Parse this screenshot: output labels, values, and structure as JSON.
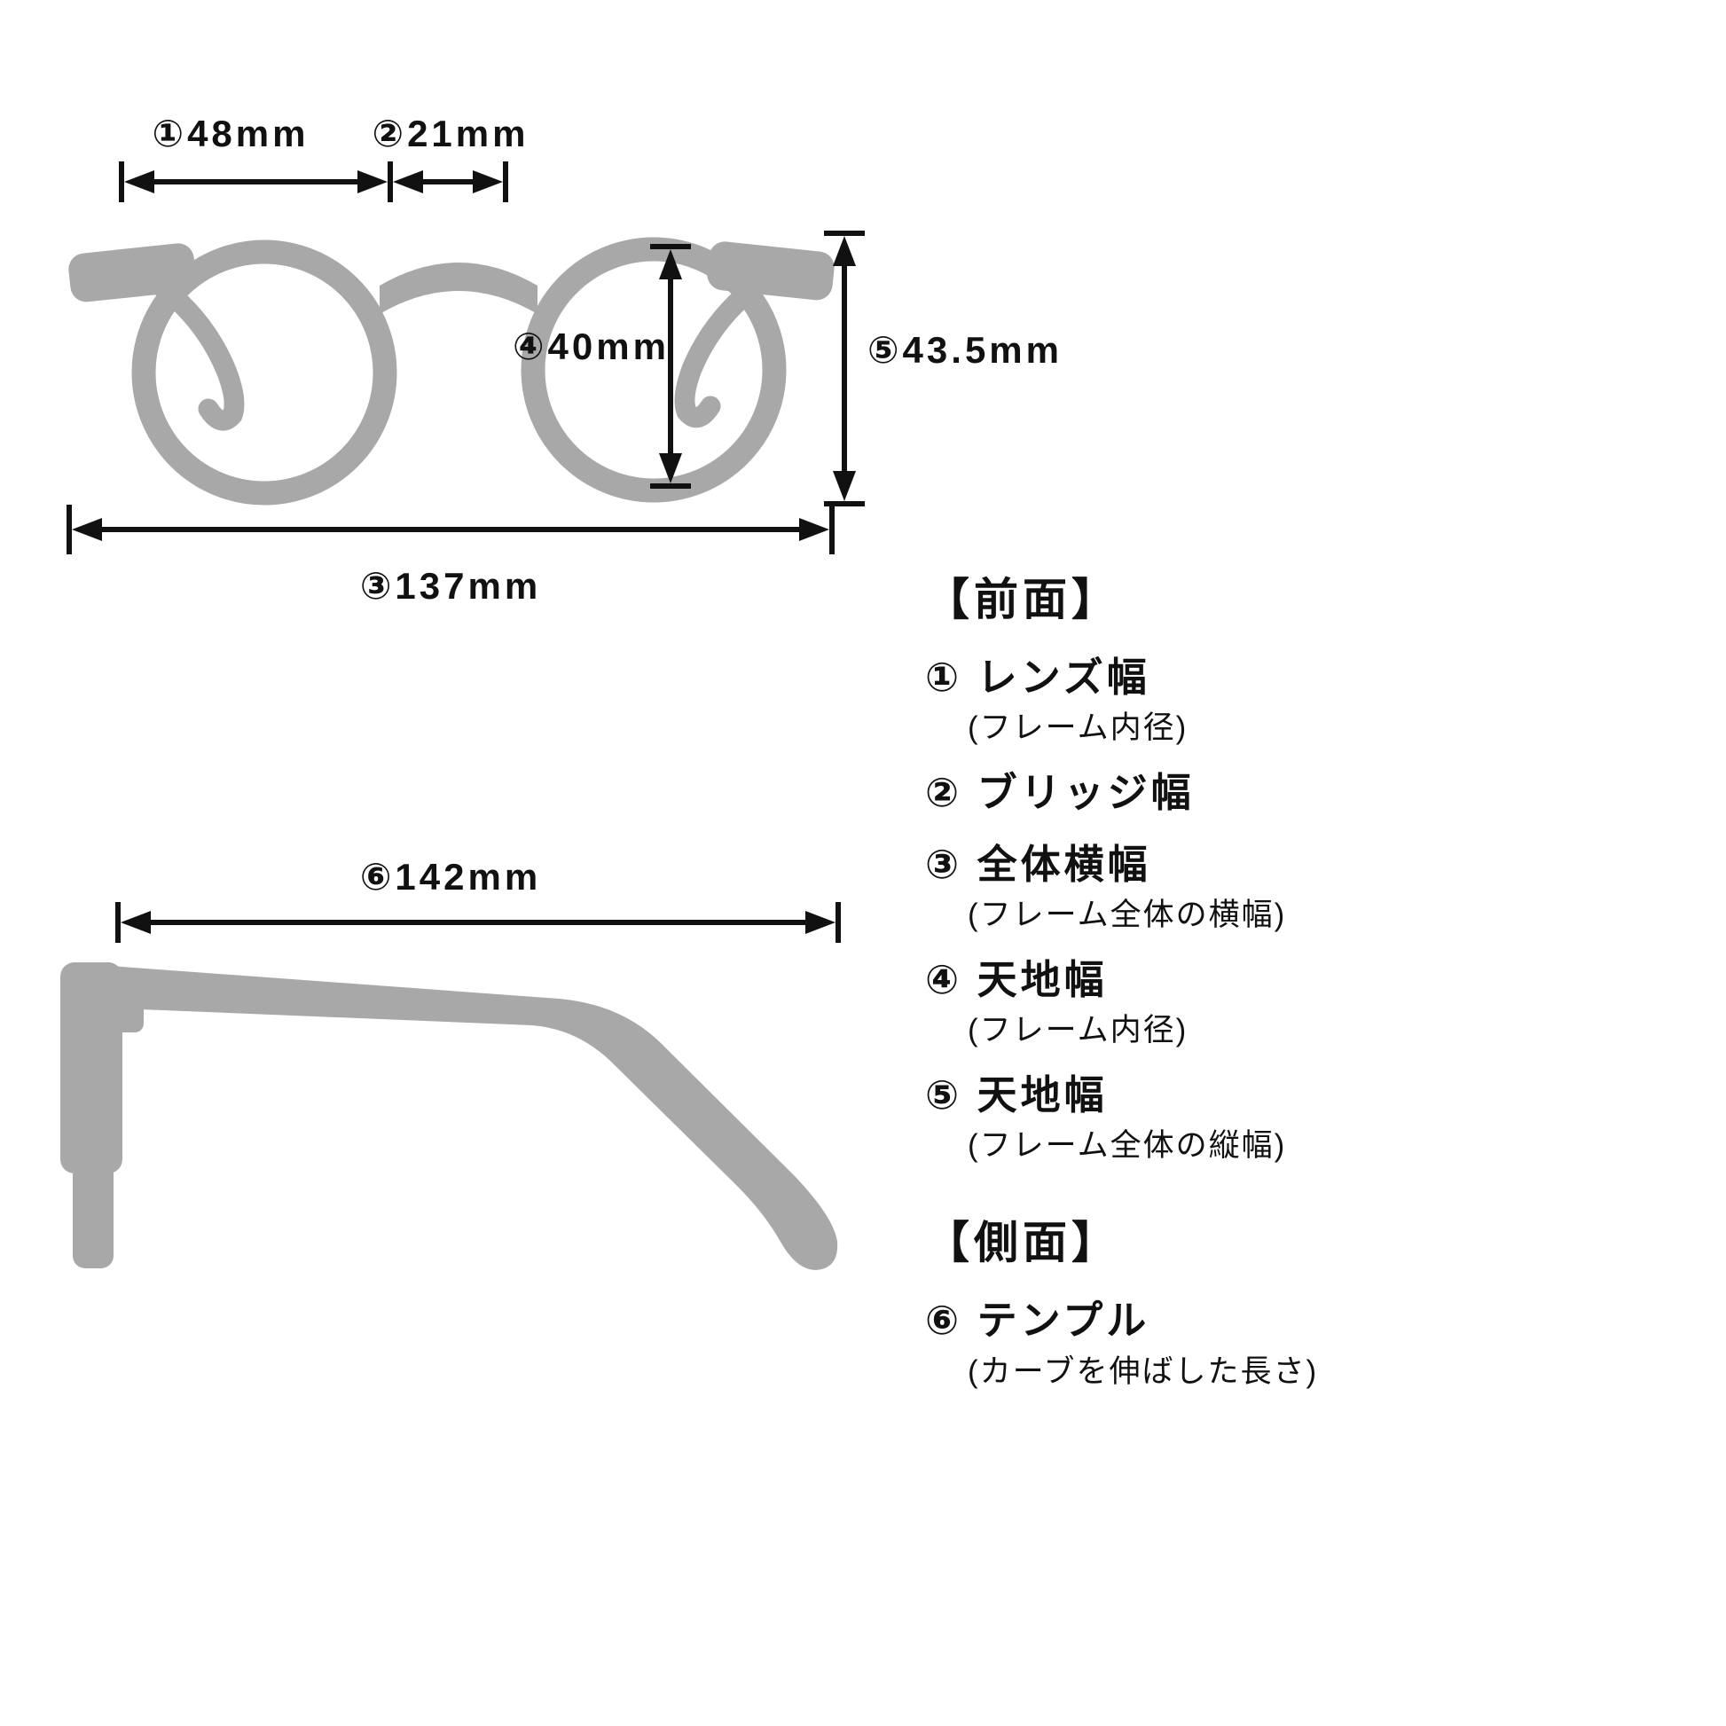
{
  "measurements": {
    "lens_width": "①48mm",
    "bridge_width": "②21mm",
    "total_width": "③137mm",
    "lens_height": "④40mm",
    "frame_height": "⑤43.5mm",
    "temple_length": "⑥142mm"
  },
  "legend": {
    "front_title": "【前面】",
    "items": [
      {
        "label": "① レンズ幅",
        "note": "(フレーム内径)"
      },
      {
        "label": "② ブリッジ幅",
        "note": ""
      },
      {
        "label": "③ 全体横幅",
        "note": "(フレーム全体の横幅)"
      },
      {
        "label": "④ 天地幅",
        "note": "(フレーム内径)"
      },
      {
        "label": "⑤ 天地幅",
        "note": "(フレーム全体の縦幅)"
      }
    ],
    "side_title": "【側面】",
    "side_items": [
      {
        "label": "⑥ テンプル",
        "note": "(カーブを伸ばした長さ)"
      }
    ]
  },
  "colors": {
    "silhouette": "#a8a8a8",
    "line": "#111111",
    "text": "#111111",
    "background": "#ffffff"
  }
}
